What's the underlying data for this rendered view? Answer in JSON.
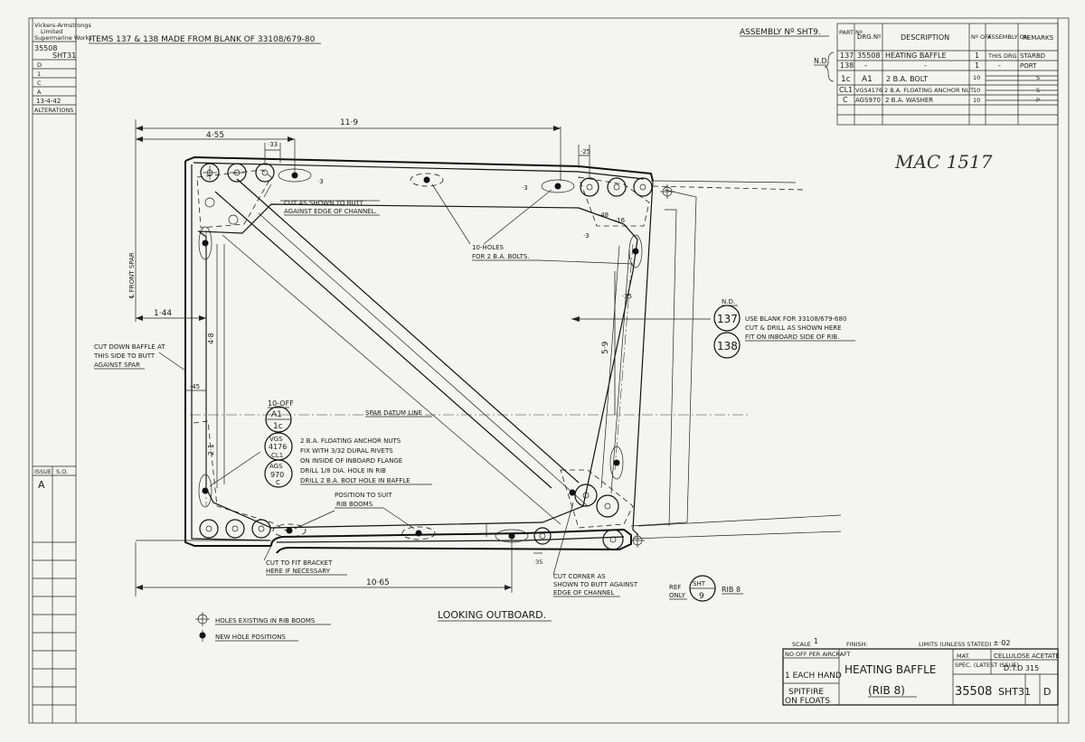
{
  "drawing": {
    "top_note": "ITEMS 137 & 138 MADE FROM BLANK OF 33108/679-80",
    "assembly_label": "ASSEMBLY Nº SHT9.",
    "handwritten_mark": "MAC 1517"
  },
  "left_block": {
    "company_line1": "Vickers-Armstrongs",
    "company_line2": "Limited",
    "company_line3": "Supermarine Works",
    "drawing_no": "35508",
    "sheet": "SHT31",
    "issues": [
      "D",
      "1",
      "C",
      "A"
    ],
    "date": "13-4-42",
    "alterations_label": "ALTERATIONS",
    "issue_header": "ISSUE",
    "so_header": "S.O.",
    "issue_value": "A"
  },
  "parts_table": {
    "nd_label": "N.D.",
    "headers": [
      "PART Nº",
      "DRG.Nº",
      "DESCRIPTION",
      "Nº OFF",
      "ASSEMBLY ON",
      "REMARKS"
    ],
    "rows": [
      [
        "137",
        "35508",
        "HEATING BAFFLE",
        "1",
        "THIS DRG.",
        "STARBD"
      ],
      [
        "138",
        "-",
        "-",
        "1",
        "-",
        "PORT"
      ],
      [
        "1c",
        "A1",
        "2 B.A. BOLT",
        "10",
        "",
        "S"
      ],
      [
        "CL1",
        "VGS4176",
        "2 B.A. FLOATING ANCHOR NUT",
        "10",
        "",
        "S"
      ],
      [
        "C",
        "AGS970",
        "2 B.A. WASHER",
        "10",
        "",
        "P"
      ]
    ]
  },
  "dimensions": {
    "d_11_9": "11·9",
    "d_4_55": "4·55",
    "d_33": "·33",
    "d_25": "·25",
    "d_3_a": "·3",
    "d_3_b": "·3",
    "d_3_c": "·3",
    "d_48": "·48",
    "d_16": "·16",
    "d_35": "·35",
    "d_1_44": "1·44",
    "d_4_8": "4·8",
    "d_45": "·45",
    "d_5_9": "5·9",
    "d_2_1": "2·1",
    "d_10_65": "10·65",
    "d_35b": "·35"
  },
  "annotations": {
    "cut_channel_1": "CUT AS SHOWN TO BUTT",
    "cut_channel_2": "AGAINST EDGE OF CHANNEL.",
    "holes_1": "10-HOLES",
    "holes_2": "FOR 2 B.A. BOLTS.",
    "front_spar": "℄ FRONT SPAR",
    "cut_down_1": "CUT DOWN BAFFLE AT",
    "cut_down_2": "THIS SIDE TO BUTT",
    "cut_down_3": "AGAINST SPAR",
    "nd_right": "N.D.",
    "blank_1": "USE BLANK FOR 33108/679-680",
    "blank_2": "CUT & DRILL AS SHOWN HERE",
    "blank_3": "FIT ON INBOARD SIDE OF RIB.",
    "spar_datum": "SPAR DATUM LINE",
    "ten_off": "10-OFF",
    "anchor_1": "2 B.A. FLOATING ANCHOR NUTS",
    "anchor_2": "FIX WITH 3/32 DURAL RIVETS",
    "anchor_3": "ON INSIDE OF INBOARD FLANGE",
    "anchor_4": "DRILL 1/8 DIA. HOLE IN RIB",
    "anchor_5": "DRILL 2 B.A. BOLT HOLE IN BAFFLE",
    "position_1": "POSITION TO SUIT",
    "position_2": "RIB BOOMS",
    "bracket_1": "CUT TO FIT BRACKET",
    "bracket_2": "HERE IF NECESSARY",
    "corner_1": "CUT CORNER AS",
    "corner_2": "SHOWN TO BUTT AGAINST",
    "corner_3": "EDGE OF CHANNEL",
    "ref_only_1": "REF",
    "ref_only_2": "ONLY",
    "rib8": "RIB 8",
    "looking": "LOOKING OUTBOARD.",
    "legend_existing": "HOLES EXISTING IN RIB BOOMS",
    "legend_new": "NEW HOLE POSITIONS"
  },
  "balloons": {
    "b137": "137",
    "b138": "138",
    "a1_top": "A1",
    "a1_bottom": "1c",
    "vgs_1": "VGS",
    "vgs_2": "4176",
    "vgs_3": "CL1",
    "ags_1": "AGS",
    "ags_2": "970",
    "ags_3": "C",
    "sht_top": "SHT",
    "sht_bottom": "9"
  },
  "title_block": {
    "scale_label": "SCALE",
    "scale_value": "1",
    "finish_label": "FINISH:",
    "limits_label": "LIMITS (UNLESS STATED)",
    "limits_value": "±·02",
    "no_off_label": "NO OFF PER AIRCRAFT",
    "no_off_value": "1 EACH HAND",
    "aircraft_1": "SPITFIRE",
    "aircraft_2": "ON FLOATS",
    "title": "HEATING BAFFLE",
    "subtitle": "(RIB 8)",
    "mat_label": "MAT.",
    "mat_value": "CELLULOSE ACETATE",
    "spec_label": "SPEC. (LATEST ISSUE)",
    "spec_value": "D.T.D 315",
    "drawing_no": "35508",
    "sheet": "SHT31",
    "issue": "D"
  }
}
